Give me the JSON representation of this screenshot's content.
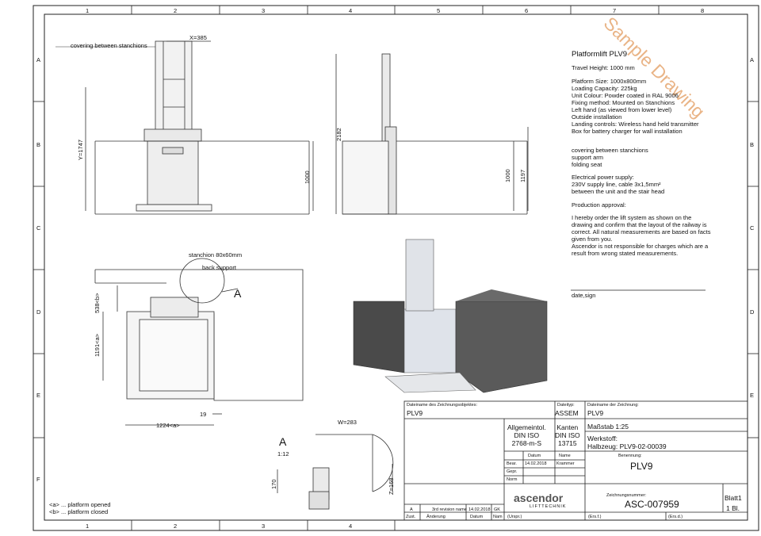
{
  "frame": {
    "columns": [
      "1",
      "2",
      "3",
      "4",
      "5",
      "6",
      "7",
      "8"
    ],
    "rows": [
      "A",
      "B",
      "C",
      "D",
      "E",
      "F"
    ]
  },
  "watermark": "Sample Drawing",
  "spec": {
    "title": "Platformlift PLV9",
    "travel_height": "Travel Height: 1000 mm",
    "details": [
      "Platform Size: 1000x800mm",
      "Loading Capacity: 225kg",
      "Unit Colour: Powder coated in RAL 9006",
      "Fixing method: Mounted on Stanchions",
      "Left hand (as viewed from lower level)",
      "Outside installation",
      "Landing controls: Wireless hand held transmitter",
      "Box for battery charger for wall installation"
    ],
    "options": [
      "covering between stanchions",
      "support arm",
      "folding seat"
    ],
    "power": [
      "Electrical power supply:",
      "230V supply line, cable 3x1,5mm²",
      "between the unit and the stair head"
    ],
    "approval_title": "Production approval:",
    "approval_text": [
      "I hereby order the lift system as shown on the",
      "drawing and confirm that the layout of the railway is",
      "correct. All natural measurements are based on facts",
      "given from you.",
      "Ascendor is not responsible for charges which are a",
      "result from wrong stated measurements."
    ],
    "date_sign": "date,sign"
  },
  "drawing_labels": {
    "covering": "covering between stanchions",
    "x385": "X=385",
    "y1747": "Y=1747",
    "h1000a": "1000",
    "h2182": "2182",
    "h1000b": "1000",
    "h1197": "1197",
    "stanchion": "stanchion 80x60mm",
    "back_support": "back support",
    "detail_A": "A",
    "d538": "538<b>",
    "d1191": "1191<a>",
    "d1224": "1224<a>",
    "d19": "19",
    "detailA_title": "A",
    "detailA_scale": "1:12",
    "w283": "W=283",
    "d170": "170",
    "z168": "Z=168",
    "legend_a": "<a> ... platform opened",
    "legend_b": "<b> ... platform closed"
  },
  "title_block": {
    "object_label": "Dateiname des Zeichnungsobjektes:",
    "object_value": "PLV9",
    "type_label": "Dateityp:",
    "type_value": "ASSEM",
    "drawing_label": "Dateiname der Zeichnung:",
    "drawing_value": "PLV9",
    "general_tol": [
      "Allgemeintol.",
      "DIN ISO",
      "2768-m-S"
    ],
    "edges": [
      "Kanten",
      "DIN ISO",
      "13715"
    ],
    "scale": "Maßstab 1:25",
    "material": "Werkstoff:",
    "semi": "Halbzeug: PLV9-02-00039",
    "designation_label": "Benennung:",
    "designation_value": "PLV9",
    "drawing_no_label": "Zeichnungsnummer:",
    "drawing_no_value": "ASC-007959",
    "sheet_label": "Blatt1",
    "sheet_value": "1 Bl.",
    "datum": "Datum",
    "name": "Name",
    "bear": "Bear.",
    "bear_date": "14.02.2018",
    "bear_name": "Krammer",
    "gepr": "Gepr.",
    "norm": "Norm",
    "logo_main": "ascendor",
    "logo_sub": "LIFTTECHNIK",
    "rev_letter": "A",
    "rev_desc": "3rd revision name",
    "rev_date": "14.02.2018",
    "rev_name": "GK",
    "footer": [
      "Zust.",
      "Änderung",
      "Datum",
      "Nam",
      "(Urspr.)",
      "(Ers.f.)",
      "(Ers.d.)"
    ]
  }
}
